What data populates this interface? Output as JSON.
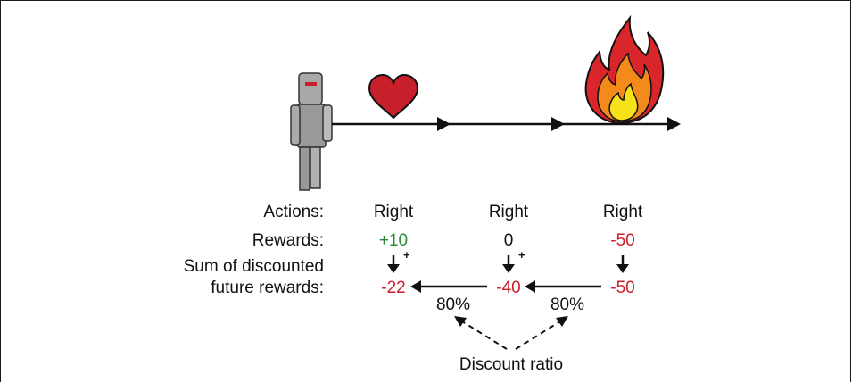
{
  "rows": {
    "actions_label": "Actions:",
    "rewards_label": "Rewards:",
    "sum_label_line1": "Sum of discounted",
    "sum_label_line2": "future rewards:"
  },
  "actions": [
    "Right",
    "Right",
    "Right"
  ],
  "rewards": [
    "+10",
    "0",
    "-50"
  ],
  "sums": [
    "-22",
    "-40",
    "-50"
  ],
  "plus_signs": [
    "+",
    "+"
  ],
  "discount": {
    "left_pct": "80%",
    "right_pct": "80%",
    "label": "Discount ratio"
  },
  "colors": {
    "positive": "#2a8a3c",
    "negative": "#c8202a",
    "neutral": "#111111"
  },
  "icons": [
    "robot-agent-icon",
    "heart-icon",
    "fire-icon"
  ]
}
